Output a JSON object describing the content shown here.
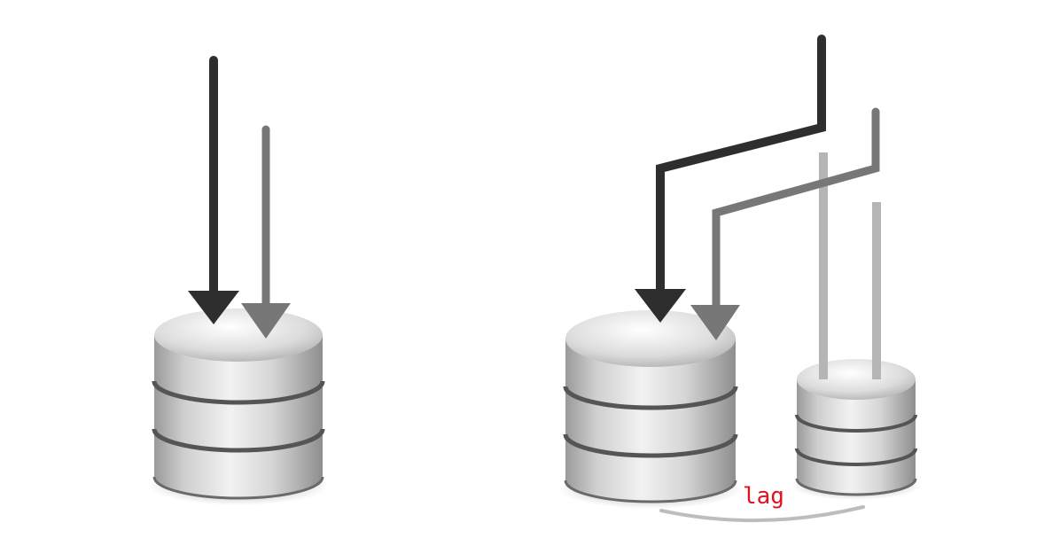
{
  "diagram": {
    "lag_label": "lag",
    "colors": {
      "arrow_dark": "#2e2e2e",
      "arrow_medium": "#777777",
      "arrow_light": "#b5b5b5",
      "db_body": "#c8c8c8",
      "db_band": "#555555",
      "lag_text": "#e0141e",
      "lag_curve": "#bdbdbd"
    },
    "databases": [
      {
        "role": "single-database",
        "icon": "database-icon"
      },
      {
        "role": "primary-database",
        "icon": "database-icon"
      },
      {
        "role": "replica-database",
        "icon": "database-icon"
      }
    ]
  }
}
